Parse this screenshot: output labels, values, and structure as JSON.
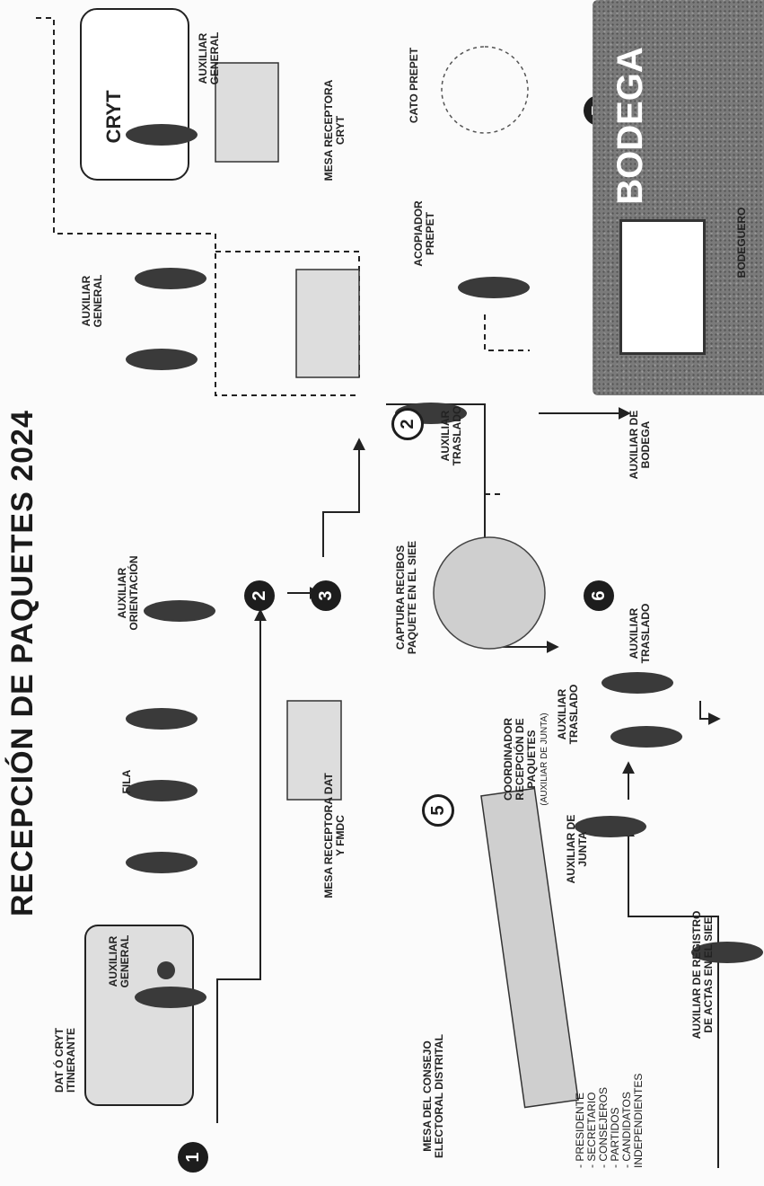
{
  "title": "RECEPCIÓN DE PAQUETES 2024",
  "steps": [
    "1",
    "2",
    "3",
    "2",
    "5",
    "6",
    "7"
  ],
  "labels": {
    "dat_cryt": "DAT ó CRyT ITINERANTE",
    "aux_general_1": "AUXILIAR GENERAL",
    "fila": "FILA",
    "aux_orientacion": "AUXILIAR ORIENTACIÓN",
    "mesa_dat": "MESA RECEPTORA DAT Y FMDC",
    "aux_general_2": "AUXILIAR GENERAL",
    "cryt_van": "CRyT",
    "aux_general_3": "AUXILIAR GENERAL",
    "mesa_cryt": "MESA RECEPTORA CRyT",
    "cato": "CATO PREPET",
    "acopiador": "ACOPIADOR PREPET",
    "aux_traslado_1": "AUXILIAR TRASLADO",
    "captura": "CAPTURA RECIBOS PAQUETE EN EL SIEE",
    "coordinador": "COORDINADOR RECEPCIÓN DE PAQUETES",
    "coordinador_note": "(AUXILIAR DE JUNTA)",
    "aux_traslado_2": "AUXILIAR TRASLADO",
    "aux_traslado_3": "AUXILIAR TRASLADO",
    "aux_bodega": "AUXILIAR DE BODEGA",
    "bodega": "BODEGA",
    "bodeguero": "BODEGUERO",
    "mesa_consejo": "MESA DEL CONSEJO ELECTORAL DISTRITAL",
    "aux_junta": "AUXILIAR DE JUNTA",
    "aux_registro": "AUXILIAR DE REGISTRO DE ACTAS EN EL SIEE"
  },
  "consejo_list": [
    "- PRESIDENTE",
    "- SECRETARIO",
    "- CONSEJEROS",
    "- PARTIDOS",
    "- CANDIDATOS",
    "  INDEPENDIENTES"
  ]
}
